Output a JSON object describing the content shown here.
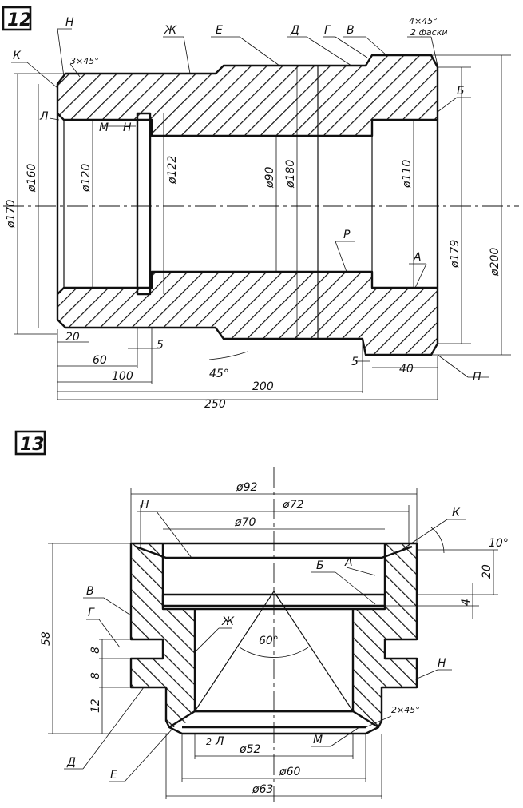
{
  "figure12": {
    "number": "12",
    "letters": {
      "n": "Н",
      "k": "К",
      "l": "Л",
      "m": "М",
      "n2": "Н",
      "zh": "Ж",
      "e": "Е",
      "d": "Д",
      "g": "Г",
      "v": "В",
      "b": "Б",
      "r": "Р",
      "a": "А",
      "p": "П"
    },
    "chamfers": {
      "left": "3×45°",
      "right_top": "4×45°",
      "right_bottom": "2 фаски"
    },
    "diameters": {
      "d170": "ø170",
      "d160": "ø160",
      "d120": "ø120",
      "d122": "ø122",
      "d90": "ø90",
      "d180": "ø180",
      "d110": "ø110",
      "d179": "ø179",
      "d200": "ø200"
    },
    "lengths": {
      "l20": "20",
      "l60": "60",
      "l100": "100",
      "l5a": "5",
      "l5b": "5",
      "l40": "40",
      "l200": "200",
      "l250": "250"
    },
    "angle": "45°"
  },
  "figure13": {
    "number": "13",
    "letters": {
      "n_top": "Н",
      "k": "К",
      "a": "А",
      "b": "Б",
      "v": "В",
      "g": "Г",
      "zh": "Ж",
      "h_right": "Н",
      "d": "Д",
      "e": "Е",
      "l": "Л",
      "m": "М"
    },
    "diameters": {
      "d92": "ø92",
      "d72": "ø72",
      "d70": "ø70",
      "d52": "ø52",
      "d60": "ø60",
      "d63": "ø63"
    },
    "heights": {
      "h58": "58",
      "h8a": "8",
      "h8b": "8",
      "h12": "12",
      "h20": "20",
      "h4": "4"
    },
    "angles": {
      "a10": "10°",
      "a60": "60°"
    },
    "chamfers": {
      "c2": "2×45°",
      "c2b": "2"
    }
  }
}
